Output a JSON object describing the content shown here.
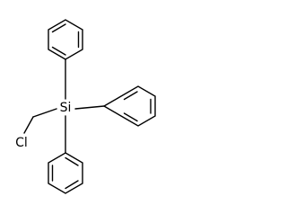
{
  "molecule": {
    "atoms": {
      "silicon": "Si",
      "chlorine": "Cl"
    },
    "ring_count": 3
  }
}
